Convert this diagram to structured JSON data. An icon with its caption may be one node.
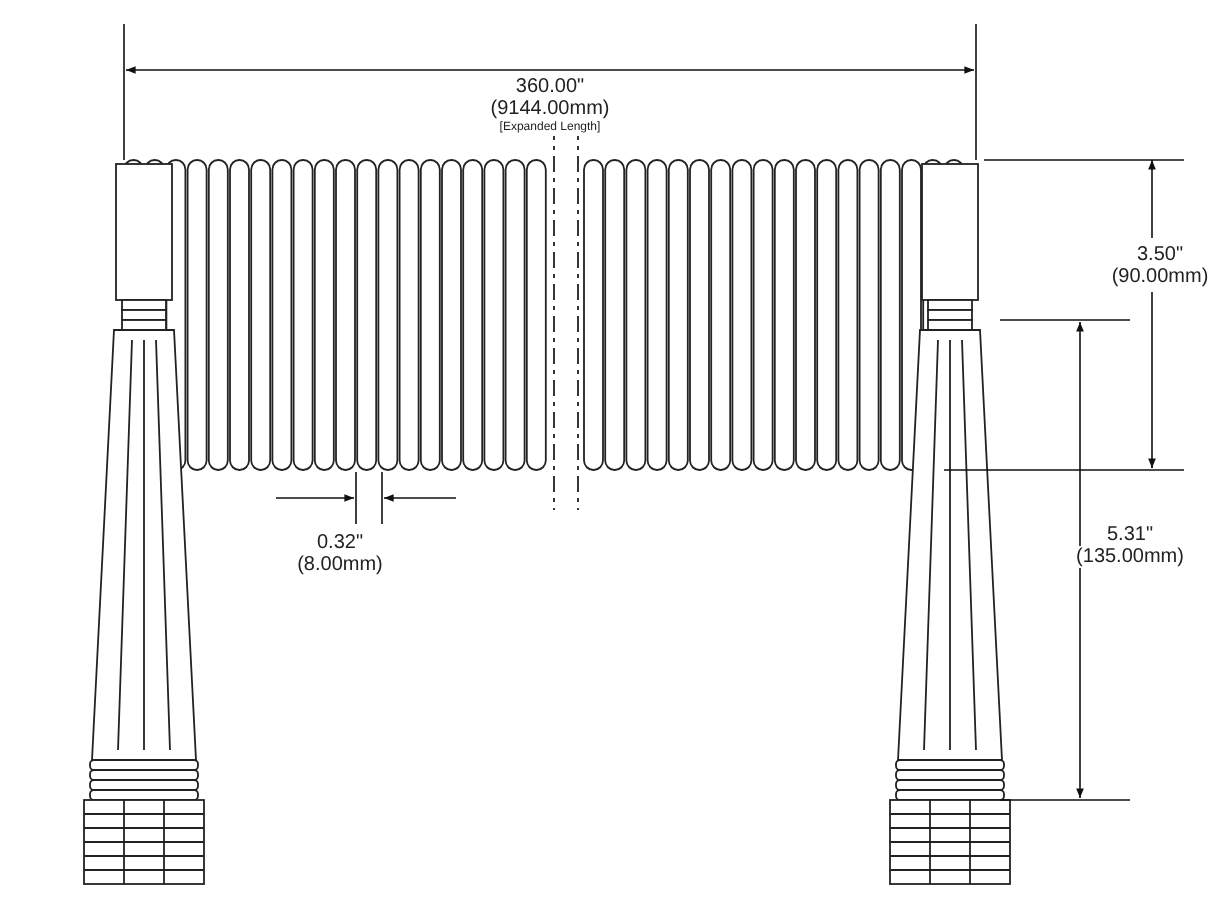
{
  "diagram": {
    "labels": [
      "360.00\"",
      "(9144.00mm)",
      "[Expanded Length]",
      "3.50\"",
      "(90.00mm)",
      "0.32\"",
      "(8.00mm)",
      "5.31\"",
      "(135.00mm)"
    ]
  }
}
